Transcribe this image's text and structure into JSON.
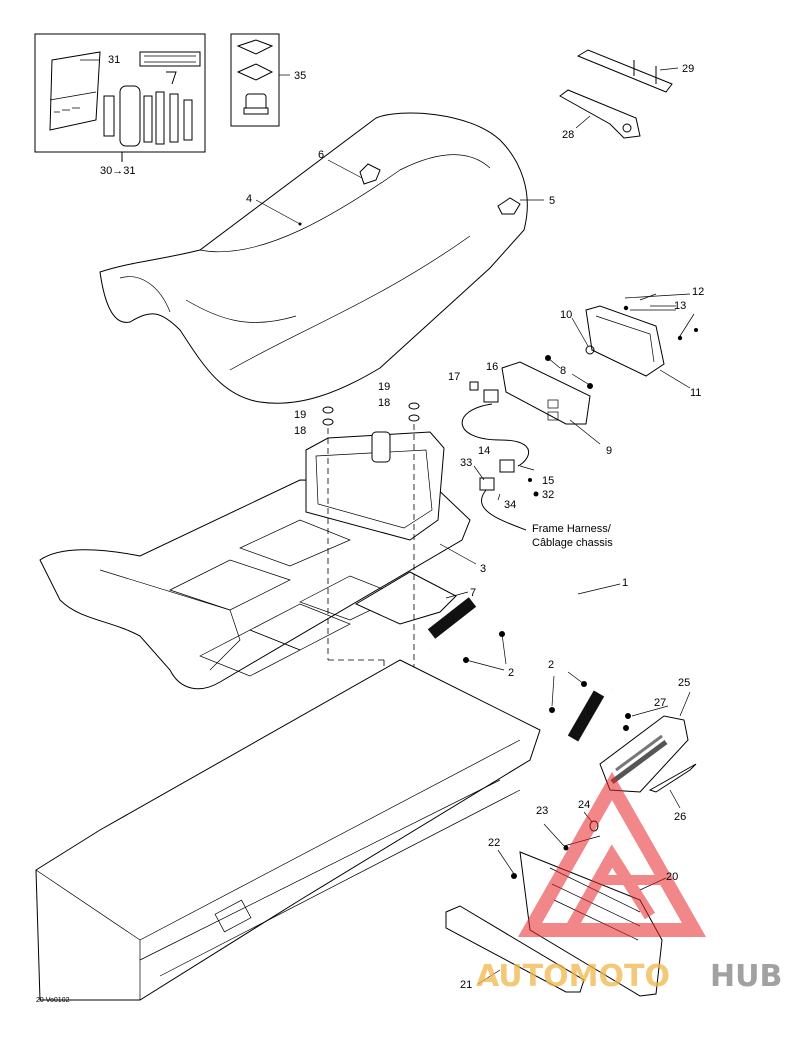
{
  "labels": {
    "p1": "1",
    "p2a": "2",
    "p2b": "2",
    "p3": "3",
    "p4": "4",
    "p5": "5",
    "p6": "6",
    "p7": "7",
    "p8": "8",
    "p9": "9",
    "p10": "10",
    "p11": "11",
    "p12": "12",
    "p13": "13",
    "p14": "14",
    "p15": "15",
    "p16": "16",
    "p17": "17",
    "p18a": "18",
    "p18b": "18",
    "p19a": "19",
    "p19b": "19",
    "p20": "20",
    "p21": "21",
    "p22": "22",
    "p23": "23",
    "p24": "24",
    "p25": "25",
    "p26": "26",
    "p27": "27",
    "p28": "28",
    "p29": "29",
    "p31": "31",
    "p3031": "30→31",
    "p32": "32",
    "p33": "33",
    "p34": "34",
    "p35": "35"
  },
  "harness_line1": "Frame Harness/",
  "harness_line2": "Câblage chassis",
  "drawing_code": "20 Vo0102",
  "watermark": {
    "part1": "AUTOMOTO",
    "part2": "HUB",
    "color1": "#f0b84a",
    "color2": "#8a8a8a",
    "logo_color": "#e8262b"
  }
}
